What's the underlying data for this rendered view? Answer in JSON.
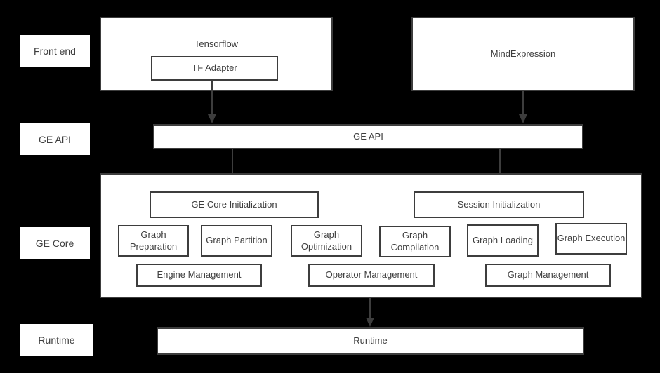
{
  "rail": {
    "front_end": "Front end",
    "ge_api": "GE API",
    "ge_core": "GE Core",
    "runtime": "Runtime"
  },
  "front_end": {
    "tensorflow": "Tensorflow",
    "tf_adapter": "TF Adapter",
    "mindexpression": "MindExpression"
  },
  "ge_api": {
    "bar_label": "GE API"
  },
  "ge_core": {
    "ge_core_initialization": "GE Core Initialization",
    "session_initialization": "Session Initialization",
    "modules": [
      "Graph Preparation",
      "Graph Partition",
      "Graph Optimization",
      "Graph Compilation",
      "Graph Loading",
      "Graph Execution"
    ],
    "management": [
      "Engine Management",
      "Operator Management",
      "Graph Management"
    ]
  },
  "runtime": {
    "bar_label": "Runtime"
  },
  "colors": {
    "background": "#000000",
    "box_fill": "#ffffff",
    "border": "#3d3d3d",
    "text": "#3e3e3e",
    "arrow": "#3d3d3d"
  }
}
